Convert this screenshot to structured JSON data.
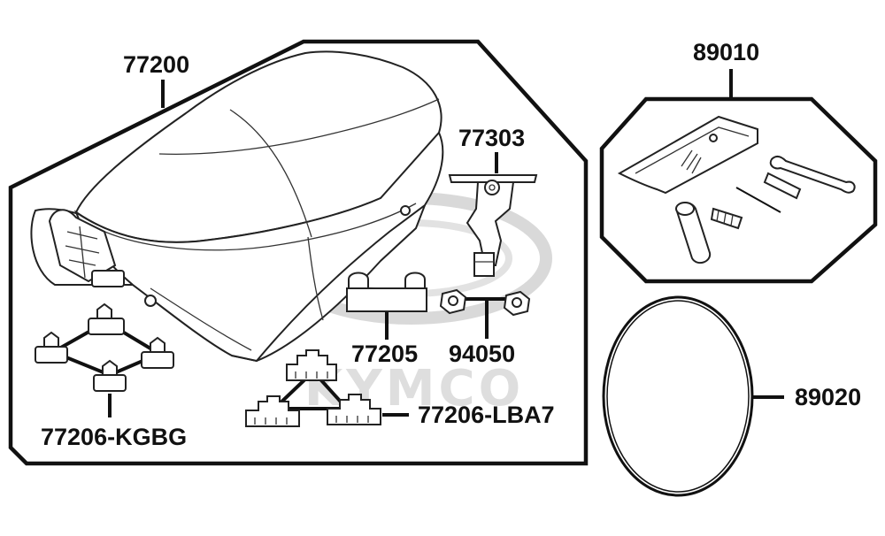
{
  "watermark": {
    "brand": "KYMCO",
    "color": "#d6d6d6"
  },
  "labels": {
    "seat": "77200",
    "hinge": "77303",
    "bumper": "77205",
    "nut": "94050",
    "set_kgbg": "77206-KGBG",
    "set_lba7": "77206-LBA7",
    "toolkit": "89010",
    "band": "89020"
  },
  "colors": {
    "line": "#111111",
    "paper": "#ffffff"
  }
}
